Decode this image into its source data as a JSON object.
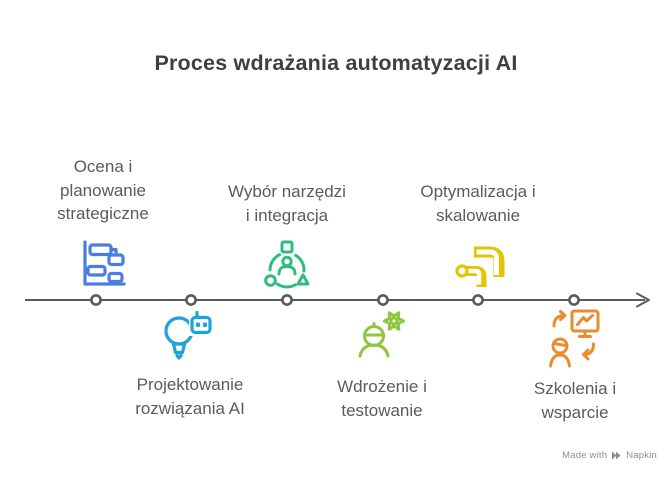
{
  "title": "Proces wdrażania automatyzacji AI",
  "steps": [
    {
      "label": "Ocena i\nplanowanie\nstrategiczne",
      "icon": "gantt-chart-icon",
      "color": "#4A7DE0",
      "position": "above"
    },
    {
      "label": "Projektowanie\nrozwiązania AI",
      "icon": "lightbulb-robot-icon",
      "color": "#1EA2DB",
      "position": "below"
    },
    {
      "label": "Wybór narzędzi\ni integracja",
      "icon": "team-shapes-icon",
      "color": "#2DBE7E",
      "position": "above"
    },
    {
      "label": "Wdrożenie i\ntestowanie",
      "icon": "worker-gear-icon",
      "color": "#8DC63F",
      "position": "below"
    },
    {
      "label": "Optymalizacja i\nskalowanie",
      "icon": "routing-arrows-icon",
      "color": "#E0C600",
      "position": "above"
    },
    {
      "label": "Szkolenia i\nwsparcie",
      "icon": "training-support-icon",
      "color": "#EA8C2E",
      "position": "below"
    }
  ],
  "timeline": {
    "node_count": 6,
    "direction": "left-to-right"
  },
  "watermark": {
    "prefix": "Made with",
    "brand": "Napkin"
  },
  "colors": {
    "title": "#3F3F3F",
    "label": "#5B5B5B",
    "timeline": "#58595B",
    "watermark": "#8E8E8E",
    "background": "#FFFFFF"
  }
}
